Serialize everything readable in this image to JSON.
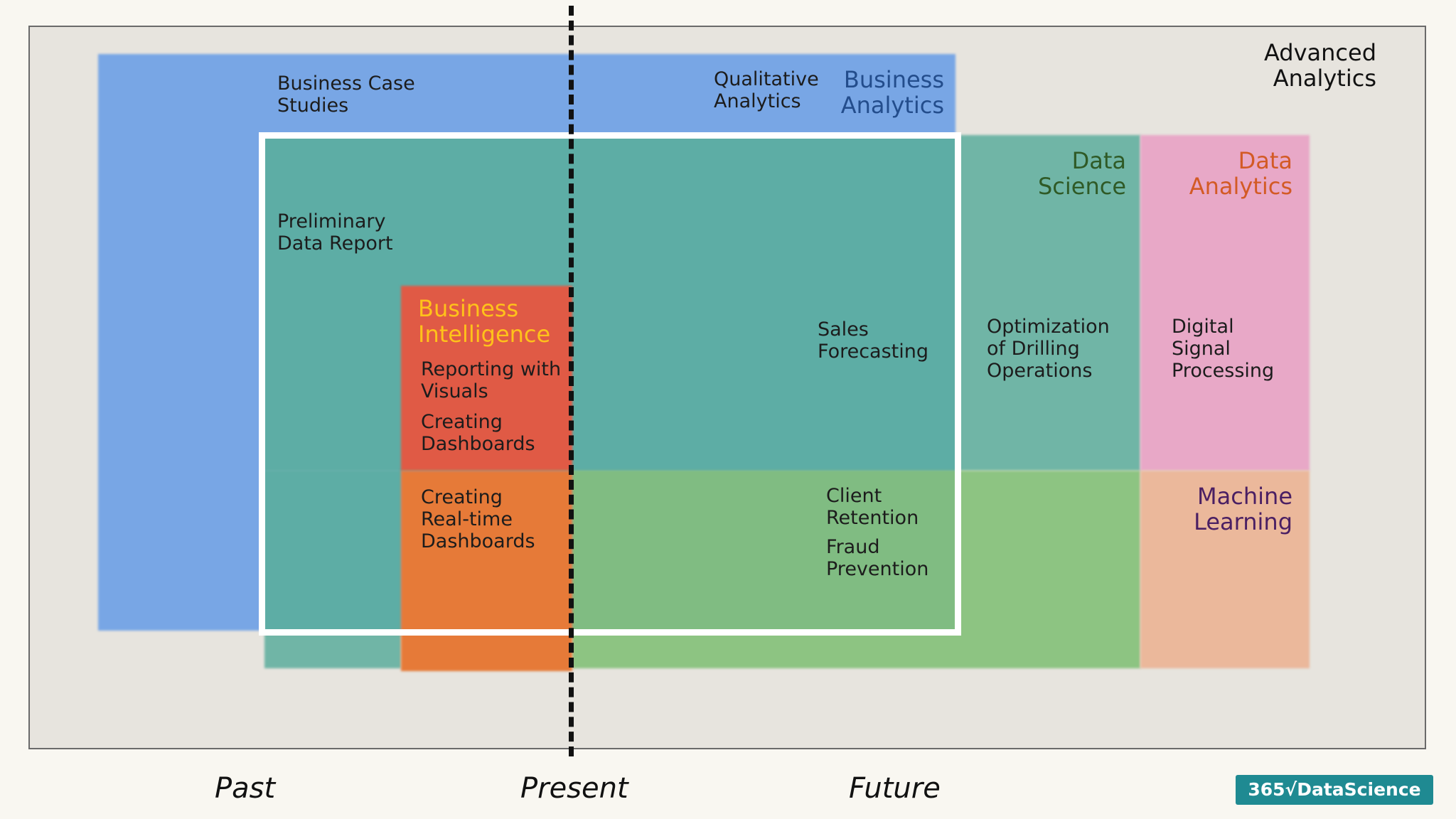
{
  "labels": {
    "advanced_analytics": "Advanced\nAnalytics",
    "business_analytics": "Business\nAnalytics",
    "data_science": "Data\nScience",
    "data_analytics": "Data\nAnalytics",
    "business_intelligence": "Business\nIntelligence",
    "machine_learning": "Machine\nLearning"
  },
  "items": {
    "business_case_studies": "Business Case\nStudies",
    "qualitative_analytics": "Qualitative\nAnalytics",
    "preliminary_data_report": "Preliminary\nData Report",
    "reporting_with_visuals": "Reporting with\nVisuals",
    "creating_dashboards": "Creating\nDashboards",
    "sales_forecasting": "Sales\nForecasting",
    "optimization_of_drilling": "Optimization\nof Drilling\nOperations",
    "digital_signal_processing": "Digital\nSignal\nProcessing",
    "creating_realtime_dashboards": "Creating\nReal-time\nDashboards",
    "client_retention": "Client\nRetention",
    "fraud_prevention": "Fraud\nPrevention"
  },
  "timeline": {
    "past": "Past",
    "present": "Present",
    "future": "Future"
  },
  "logo": {
    "text": "365√DataScience"
  },
  "colors": {
    "background": "#f9f7f1",
    "frame": "#e7e4de",
    "business_analytics": "#78a6e5",
    "data_science": "#70b5a6",
    "data_analytics": "#e8a8c7",
    "business_intelligence_red": "#e05a45",
    "business_intelligence_orange": "#e67a38",
    "green": "#8dc482",
    "machine_learning": "#ebb89b",
    "business_analytics_text": "#234d8c",
    "data_science_text": "#2f5a26",
    "data_analytics_text": "#d35a25",
    "business_intelligence_text": "#ffc21a",
    "machine_learning_text": "#4a1f63",
    "logo_bg": "#1f8a92"
  }
}
